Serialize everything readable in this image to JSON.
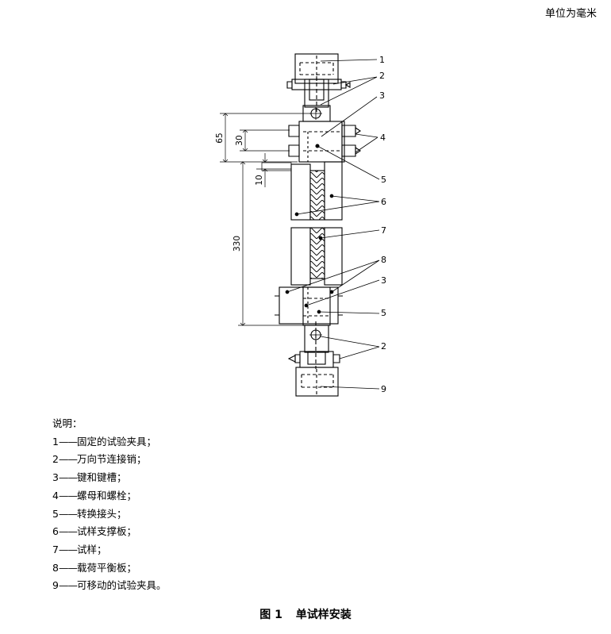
{
  "unit_label": "单位为毫米",
  "callouts": {
    "c1": "1",
    "c2a": "2",
    "c3a": "3",
    "c4": "4",
    "c5a": "5",
    "c6": "6",
    "c7": "7",
    "c8": "8",
    "c3b": "3",
    "c5b": "5",
    "c2b": "2",
    "c9": "9"
  },
  "dimensions": {
    "d65": "65",
    "d30": "30",
    "d10": "10",
    "d330": "330"
  },
  "legend": {
    "title": "说明：",
    "items": [
      {
        "num": "1",
        "text": "固定的试验夹具；"
      },
      {
        "num": "2",
        "text": "万向节连接销；"
      },
      {
        "num": "3",
        "text": "键和键槽；"
      },
      {
        "num": "4",
        "text": "螺母和螺栓；"
      },
      {
        "num": "5",
        "text": "转换接头；"
      },
      {
        "num": "6",
        "text": "试样支撑板；"
      },
      {
        "num": "7",
        "text": "试样；"
      },
      {
        "num": "8",
        "text": "载荷平衡板；"
      },
      {
        "num": "9",
        "text": "可移动的试验夹具。"
      }
    ],
    "separator": "——"
  },
  "caption": {
    "figure_no": "图 1",
    "title": "单试样安装"
  }
}
